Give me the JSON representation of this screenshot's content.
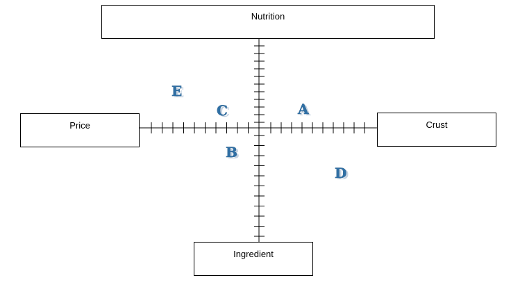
{
  "boxes": {
    "top": "Nutrition",
    "left": "Price",
    "right": "Crust",
    "bottom": "Ingredient"
  },
  "points": [
    {
      "label": "E"
    },
    {
      "label": "C"
    },
    {
      "label": "A"
    },
    {
      "label": "B"
    },
    {
      "label": "D"
    }
  ]
}
